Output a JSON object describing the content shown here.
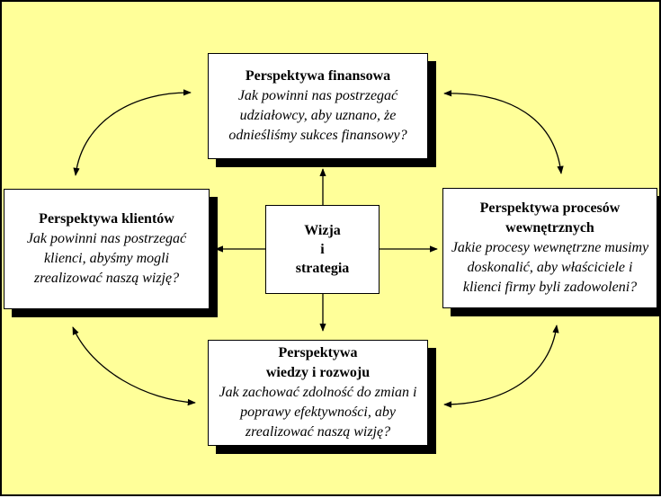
{
  "center": {
    "line1": "Wizja",
    "line2": "i",
    "line3": "strategia"
  },
  "financial": {
    "title": "Perspektywa finansowa",
    "question": "Jak powinni nas postrzegać udziałowcy, aby uznano, że odnieśliśmy sukces finansowy?"
  },
  "customer": {
    "title": "Perspektywa klientów",
    "question": "Jak powinni nas postrzegać klienci, abyśmy mogli zrealizować naszą wizję?"
  },
  "internal": {
    "title": "Perspektywa procesów wewnętrznych",
    "question": "Jakie procesy wewnętrzne musimy doskonalić, aby właściciele i klienci firmy byli zadowoleni?"
  },
  "learning": {
    "title_line1": "Perspektywa",
    "title_line2": "wiedzy i rozwoju",
    "question": "Jak zachować zdolność do zmian i poprawy efektywności, aby zrealizować naszą wizję?"
  },
  "colors": {
    "background": "#ffff99",
    "box": "#ffffff",
    "border": "#000000",
    "shadow": "#000000"
  }
}
